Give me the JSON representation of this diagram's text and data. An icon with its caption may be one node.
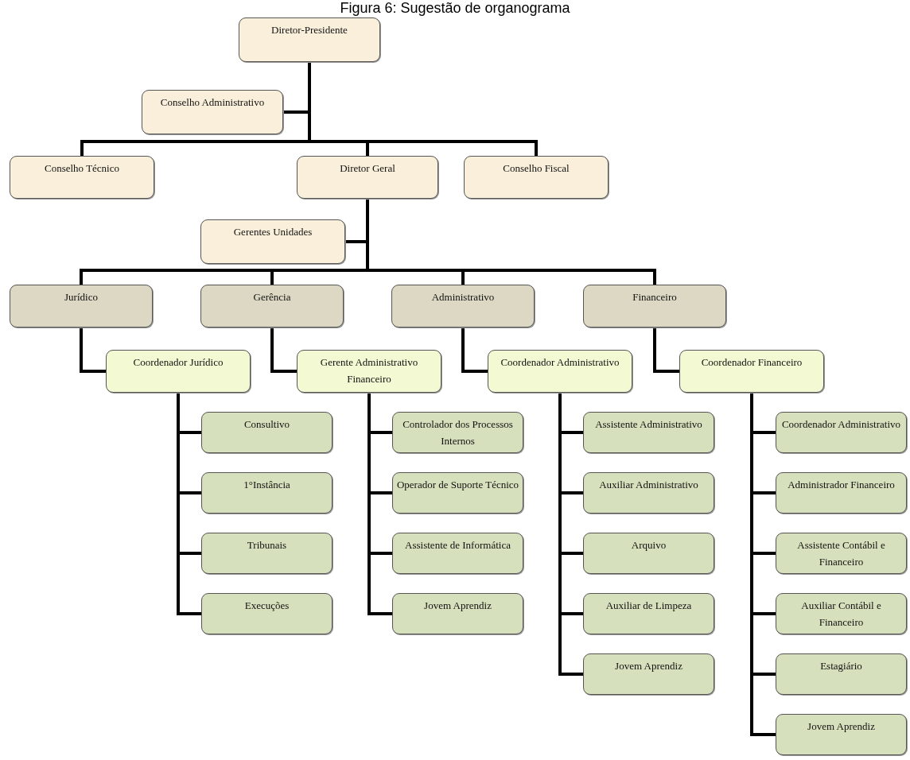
{
  "diagram": {
    "title": "Figura 6: Sugestão de organograma",
    "nodes": [
      {
        "text": [
          "Diretor-Presidente"
        ]
      },
      {
        "text": [
          "Conselho Administrativo"
        ]
      },
      {
        "text": [
          "Conselho Técnico"
        ]
      },
      {
        "text": [
          "Diretor Geral"
        ]
      },
      {
        "text": [
          "Conselho Fiscal"
        ]
      },
      {
        "text": [
          "Gerentes Unidades"
        ]
      },
      {
        "text": [
          "Jurídico"
        ]
      },
      {
        "text": [
          "Gerência"
        ]
      },
      {
        "text": [
          "Administrativo"
        ]
      },
      {
        "text": [
          "Financeiro"
        ]
      },
      {
        "text": [
          "Coordenador Jurídico"
        ]
      },
      {
        "text": [
          "Gerente Administrativo Financeiro"
        ]
      },
      {
        "text": [
          "Coordenador Administrativo"
        ]
      },
      {
        "text": [
          "Coordenador Financeiro"
        ]
      },
      {
        "text": [
          "Consultivo"
        ]
      },
      {
        "text": [
          "1°Instância"
        ]
      },
      {
        "text": [
          "Tribunais"
        ]
      },
      {
        "text": [
          "Execuções"
        ]
      },
      {
        "text": [
          "Controlador dos Processos Internos"
        ]
      },
      {
        "text": [
          "Operador de Suporte Técnico"
        ]
      },
      {
        "text": [
          "Assistente de Informática"
        ]
      },
      {
        "text": [
          "Jovem Aprendiz"
        ]
      },
      {
        "text": [
          "Assistente Administrativo"
        ]
      },
      {
        "text": [
          "Auxiliar Administrativo"
        ]
      },
      {
        "text": [
          "Arquivo"
        ]
      },
      {
        "text": [
          "Auxiliar de Limpeza"
        ]
      },
      {
        "text": [
          "Jovem Aprendiz"
        ]
      },
      {
        "text": [
          "Coordenador Administrativo"
        ]
      },
      {
        "text": [
          "Administrador Financeiro"
        ]
      },
      {
        "text": [
          "Assistente Contábil e Financeiro"
        ]
      },
      {
        "text": [
          "Auxiliar Contábil e Financeiro"
        ]
      },
      {
        "text": [
          "Estagiário"
        ]
      },
      {
        "text": [
          "Jovem Aprendiz"
        ]
      }
    ],
    "edges": [
      {
        "from": 0,
        "to": 1,
        "arrow": "none"
      },
      {
        "from": 0,
        "to": 2,
        "arrow": "none"
      },
      {
        "from": 0,
        "to": 3,
        "arrow": "none"
      },
      {
        "from": 0,
        "to": 4,
        "arrow": "none"
      },
      {
        "from": 3,
        "to": 5,
        "arrow": "none"
      },
      {
        "from": 3,
        "to": 6,
        "arrow": "none"
      },
      {
        "from": 3,
        "to": 7,
        "arrow": "none"
      },
      {
        "from": 3,
        "to": 8,
        "arrow": "none"
      },
      {
        "from": 3,
        "to": 9,
        "arrow": "none"
      },
      {
        "from": 6,
        "to": 10,
        "arrow": "none"
      },
      {
        "from": 7,
        "to": 11,
        "arrow": "none"
      },
      {
        "from": 8,
        "to": 12,
        "arrow": "none"
      },
      {
        "from": 9,
        "to": 13,
        "arrow": "none"
      },
      {
        "from": 10,
        "to": 14,
        "arrow": "none"
      },
      {
        "from": 10,
        "to": 15,
        "arrow": "none"
      },
      {
        "from": 10,
        "to": 16,
        "arrow": "none"
      },
      {
        "from": 10,
        "to": 17,
        "arrow": "none"
      },
      {
        "from": 11,
        "to": 18,
        "arrow": "none"
      },
      {
        "from": 11,
        "to": 19,
        "arrow": "none"
      },
      {
        "from": 11,
        "to": 20,
        "arrow": "none"
      },
      {
        "from": 11,
        "to": 21,
        "arrow": "none"
      },
      {
        "from": 12,
        "to": 22,
        "arrow": "none"
      },
      {
        "from": 12,
        "to": 23,
        "arrow": "none"
      },
      {
        "from": 12,
        "to": 24,
        "arrow": "none"
      },
      {
        "from": 12,
        "to": 25,
        "arrow": "none"
      },
      {
        "from": 12,
        "to": 26,
        "arrow": "none"
      },
      {
        "from": 13,
        "to": 27,
        "arrow": "none"
      },
      {
        "from": 13,
        "to": 28,
        "arrow": "none"
      },
      {
        "from": 13,
        "to": 29,
        "arrow": "none"
      },
      {
        "from": 13,
        "to": 30,
        "arrow": "none"
      },
      {
        "from": 13,
        "to": 31,
        "arrow": "none"
      },
      {
        "from": 13,
        "to": 32,
        "arrow": "none"
      }
    ]
  }
}
